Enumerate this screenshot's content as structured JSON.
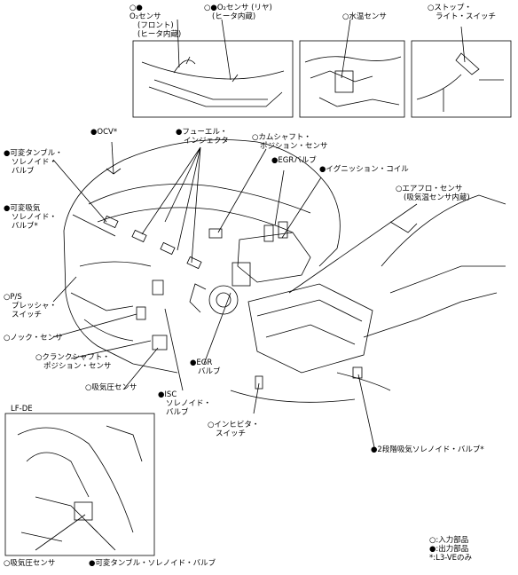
{
  "labels": {
    "o2_front": {
      "mark": "○●",
      "lines": [
        "O₂センサ",
        "(フロント)",
        "(ヒータ内蔵)"
      ]
    },
    "o2_rear": {
      "mark": "○●",
      "lines": [
        "O₂センサ (リヤ)",
        "(ヒータ内蔵)"
      ]
    },
    "water_temp": {
      "mark": "○",
      "lines": [
        "水温センサ"
      ]
    },
    "stop_light": {
      "mark": "○",
      "lines": [
        "ストップ・",
        "ライト・スイッチ"
      ]
    },
    "ocv": {
      "mark": "●",
      "lines": [
        "OCV*"
      ]
    },
    "fuel_injector": {
      "mark": "●",
      "lines": [
        "フューエル・",
        "インジェクタ"
      ]
    },
    "cam_sensor": {
      "mark": "○",
      "lines": [
        "カムシャフト・",
        "ポジション・センサ"
      ]
    },
    "egr_valve": {
      "mark": "●",
      "lines": [
        "EGRバルブ"
      ]
    },
    "ignition_coil": {
      "mark": "●",
      "lines": [
        "イグニッション・コイル"
      ]
    },
    "tumble_valve": {
      "mark": "●",
      "lines": [
        "可変タンブル・",
        "ソレノイド・",
        "バルブ"
      ]
    },
    "intake_valve": {
      "mark": "●",
      "lines": [
        "可変吸気",
        "ソレノイド・",
        "バルブ*"
      ]
    },
    "airflow_sensor": {
      "mark": "○",
      "lines": [
        "エアフロ・センサ",
        "(吸気温センサ内蔵)"
      ]
    },
    "ps_switch": {
      "mark": "○",
      "lines": [
        "P/S",
        "プレッシャ・",
        "スイッチ"
      ]
    },
    "knock_sensor": {
      "mark": "○",
      "lines": [
        "ノック・センサ"
      ]
    },
    "crank_sensor": {
      "mark": "○",
      "lines": [
        "クランクシャフト・",
        "ポジション・センサ"
      ]
    },
    "map_sensor": {
      "mark": "○",
      "lines": [
        "吸気圧センサ"
      ]
    },
    "egr_valve2": {
      "mark": "●",
      "lines": [
        "EGR",
        "バルブ"
      ]
    },
    "isc_valve": {
      "mark": "●",
      "lines": [
        "ISC",
        "ソレノイド・",
        "バルブ"
      ]
    },
    "inhibitor_switch": {
      "mark": "○",
      "lines": [
        "インヒビタ・",
        "スイッチ"
      ]
    },
    "two_stage_valve": {
      "mark": "●",
      "lines": [
        "2段階吸気ソレノイド・バルブ*"
      ]
    },
    "inset_title": {
      "lines": [
        "LF-DE"
      ]
    },
    "inset_map_sensor": {
      "mark": "○",
      "lines": [
        "吸気圧センサ"
      ]
    },
    "inset_tumble": {
      "mark": "●",
      "lines": [
        "可変タンブル・ソレノイド・バルブ"
      ]
    }
  },
  "legend": [
    {
      "mark": "○",
      "text": ":入力部品"
    },
    {
      "mark": "●",
      "text": ":出力部品"
    },
    {
      "mark": "*",
      "text": ":L3-VEのみ"
    }
  ]
}
